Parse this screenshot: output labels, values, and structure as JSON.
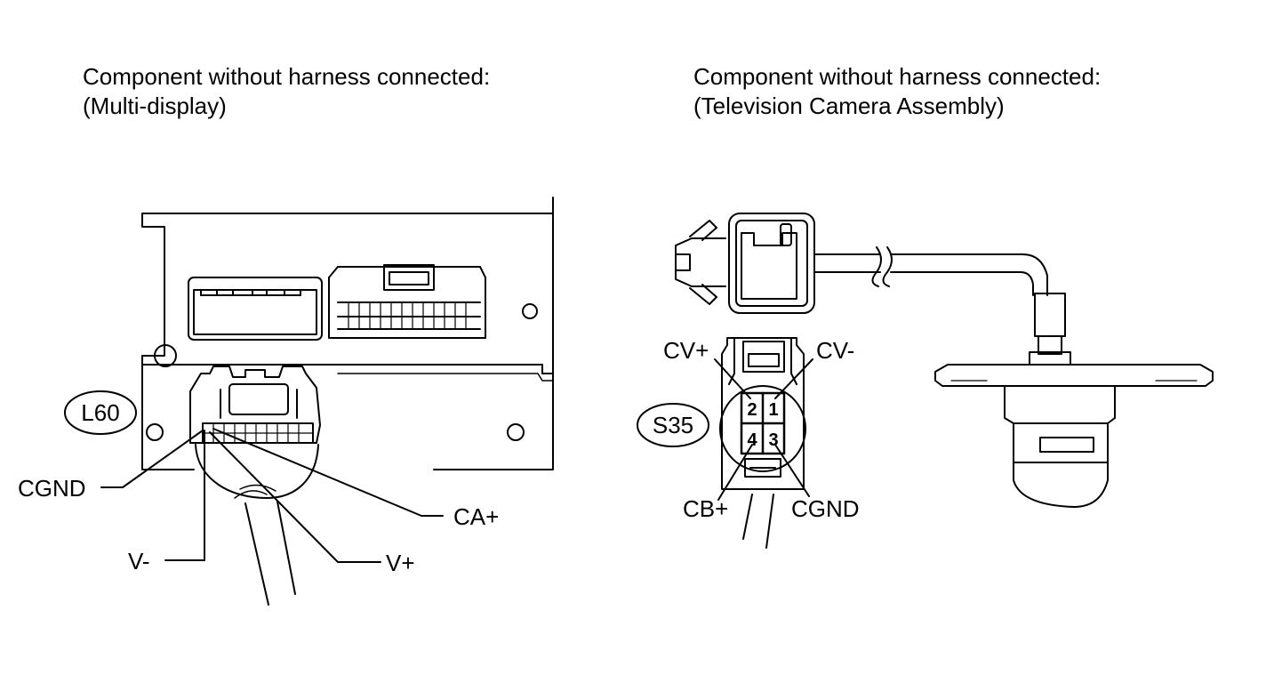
{
  "left_panel": {
    "title_line1": "Component without harness connected:",
    "title_line2": "(Multi-display)",
    "connector_id": "L60",
    "terminals": {
      "cgnd": "CGND",
      "ca_plus": "CA+",
      "v_minus": "V-",
      "v_plus": "V+"
    }
  },
  "right_panel": {
    "title_line1": "Component without harness connected:",
    "title_line2": "(Television Camera Assembly)",
    "connector_id": "S35",
    "terminals": {
      "cv_plus": "CV+",
      "cv_minus": "CV-",
      "cb_plus": "CB+",
      "cgnd": "CGND"
    },
    "pins": [
      "1",
      "2",
      "3",
      "4"
    ]
  }
}
